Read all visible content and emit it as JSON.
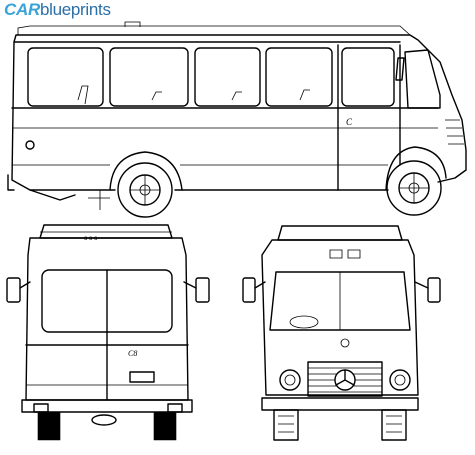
{
  "logo": {
    "part1": "CAR",
    "part2": "blueprints"
  },
  "badge_side": "C",
  "badge_rear": "C8"
}
